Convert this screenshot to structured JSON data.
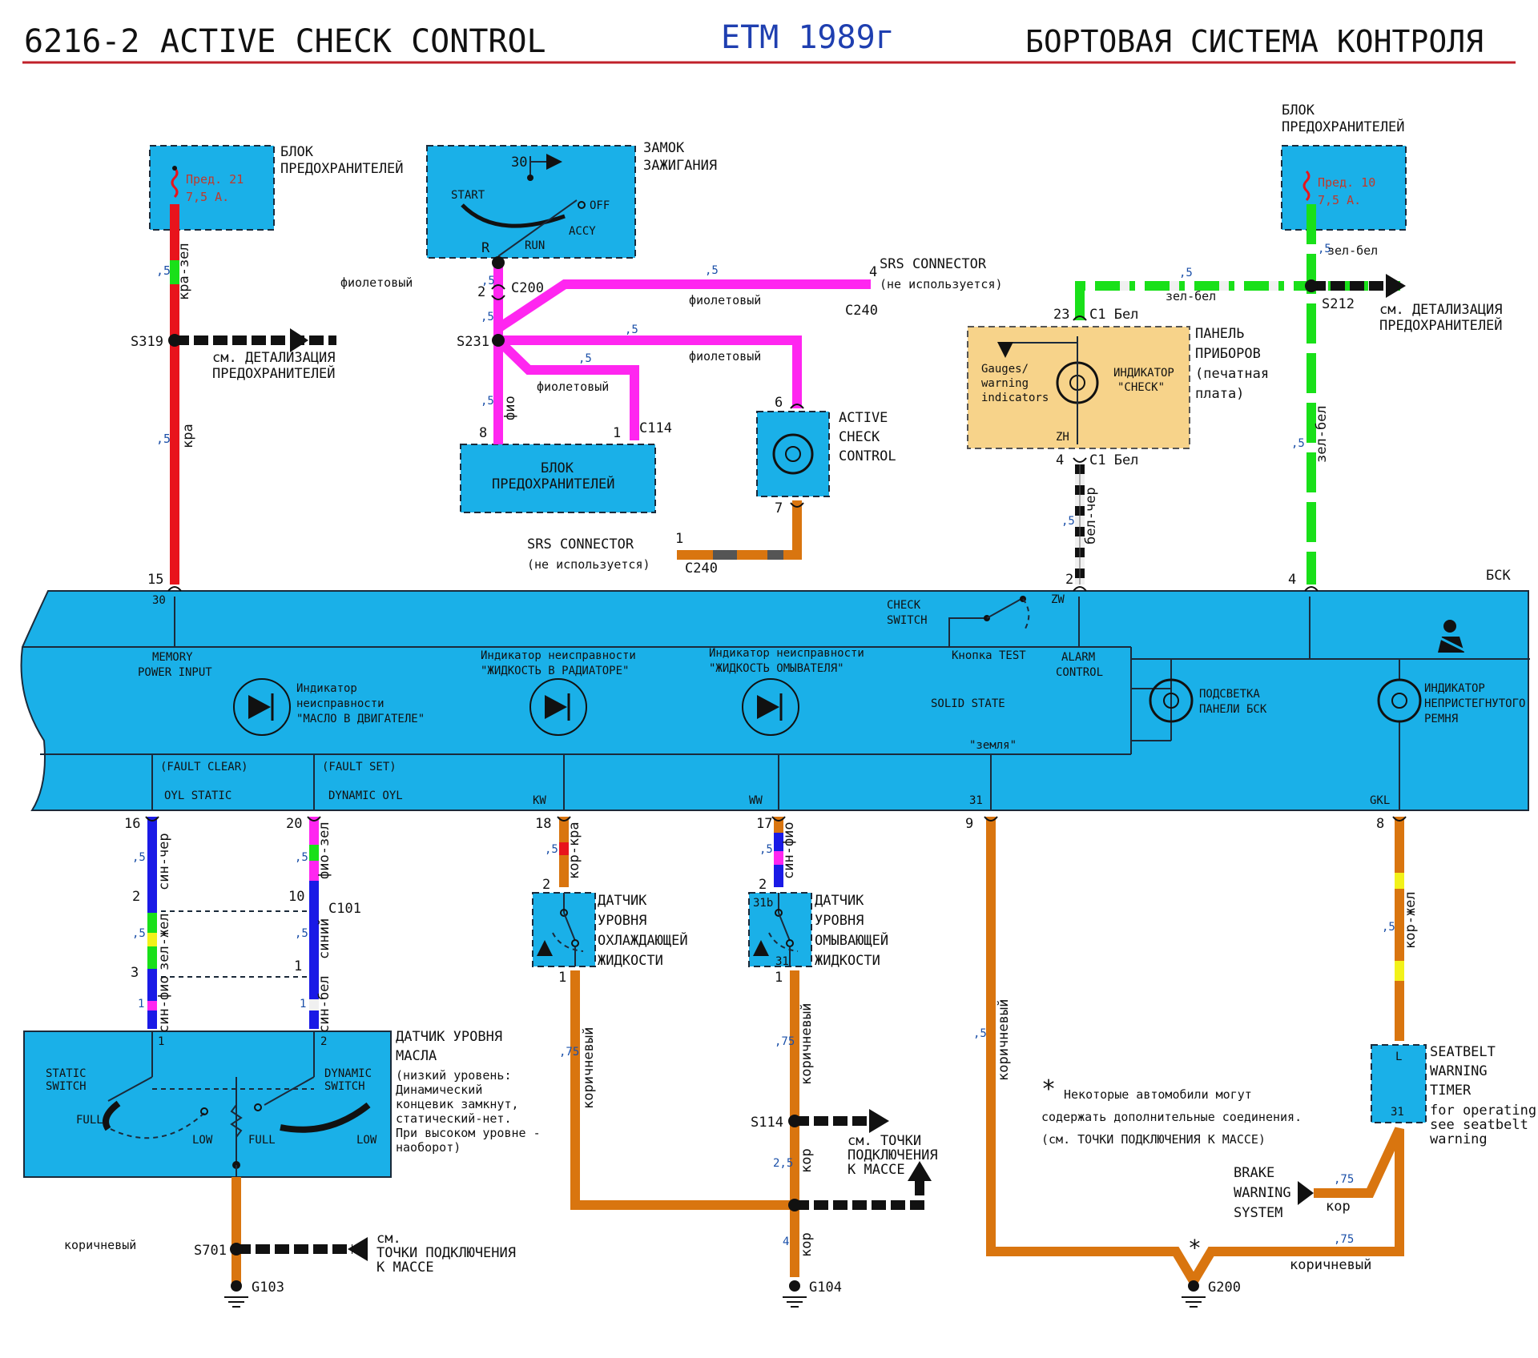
{
  "header": {
    "code": "6216-2",
    "title_en": "ACTIVE CHECK CONTROL",
    "center": "ETM 1989г",
    "title_ru": "БОРТОВАЯ СИСТЕМА КОНТРОЛЯ"
  },
  "fuse_left": {
    "title1": "БЛОК",
    "title2": "ПРЕДОХРАНИТЕЛЕЙ",
    "fuse": "Пред. 21",
    "rating": "7,5 А."
  },
  "ignition": {
    "title1": "ЗАМОК",
    "title2": "ЗАЖИГАНИЯ",
    "t30": "30",
    "start": "START",
    "off": "OFF",
    "accy": "ACCY",
    "run": "RUN",
    "r": "R"
  },
  "fuse_right": {
    "title1": "БЛОК",
    "title2": "ПРЕДОХРАНИТЕЛЕЙ",
    "fuse": "Пред. 10",
    "rating": "7,5 А."
  },
  "fuse_block_mid": {
    "title1": "БЛОК",
    "title2": "ПРЕДОХРАНИТЕЛЕЙ",
    "pin8": "8",
    "pin1": "1",
    "conn": "C114"
  },
  "srs_top": {
    "title": "SRS CONNECTOR",
    "note": "(не используется)",
    "pin": "4",
    "conn": "C240"
  },
  "srs_bottom": {
    "title": "SRS CONNECTOR",
    "note": "(не используется)",
    "pin": "1",
    "conn": "C240"
  },
  "acc_module": {
    "l1": "ACTIVE",
    "l2": "CHECK",
    "l3": "CONTROL",
    "pin6": "6",
    "pin7": "7"
  },
  "panel": {
    "l1": "ПАНЕЛЬ",
    "l2": "ПРИБОРОВ",
    "l3": "(печатная",
    "l4": "плата)",
    "g1": "Gauges/",
    "g2": "warning",
    "g3": "indicators",
    "i1": "ИНДИКАТОР",
    "i2": "\"CHECK\"",
    "zh": "ZH",
    "pin23": "23",
    "conn_top": "C1 Бел",
    "pin4": "4",
    "conn_bot": "C1 Бел"
  },
  "wires": {
    "g5": ",5",
    "g75": ",75",
    "g25": "2,5",
    "g4": "4",
    "g1": "1",
    "kra_zel": "кра-зел",
    "kra": "кра",
    "fiolet": "фиолетовый",
    "fio": "фио",
    "zel_bel": "зел-бел",
    "bel_cher": "бел-чер",
    "sin_cher": "син-чер",
    "fio_zel": "фио-зел",
    "kor_kra": "кор-кра",
    "sin_fio": "син-фио",
    "zel_zhel": "зел-жел",
    "siniy": "синий",
    "sin_bel": "син-бел",
    "korichnevy": "коричневый",
    "kor": "кор",
    "kor_zhel": "кор-жел"
  },
  "splices": {
    "s319": "S319",
    "s231": "S231",
    "s212": "S212",
    "s114": "S114",
    "s701": "S701",
    "c200": "C200",
    "c101": "C101"
  },
  "refs": {
    "fuse_detail1": "см. ДЕТАЛИЗАЦИЯ",
    "fuse_detail2": "ПРЕДОХРАНИТЕЛЕЙ",
    "gnd1": "см.",
    "gnd2": "ТОЧКИ ПОДКЛЮЧЕНИЯ",
    "gnd3": "К МАССЕ",
    "gnd_b1": "см. ТОЧКИ",
    "gnd_b2": "ПОДКЛЮЧЕНИЯ",
    "gnd_b3": "К МАССЕ"
  },
  "bsk": {
    "title": "БСК",
    "pin15": "15",
    "pin30": "30",
    "memory1": "MEMORY",
    "memory2": "POWER INPUT",
    "check_sw1": "CHECK",
    "check_sw2": "SWITCH",
    "btn_test": "Кнопка TEST",
    "pin2": "2",
    "zw": "ZW",
    "alarm1": "ALARM",
    "alarm2": "CONTROL",
    "pin4": "4",
    "oil1": "Индикатор",
    "oil2": "неисправности",
    "oil3": "\"МАСЛО В ДВИГАТЕЛЕ\"",
    "rad1": "Индикатор неисправности",
    "rad2": "\"ЖИДКОСТЬ В РАДИАТОРЕ\"",
    "wash1": "Индикатор неисправности",
    "wash2": "\"ЖИДКОСТЬ ОМЫВАТЕЛЯ\"",
    "solid": "SOLID STATE",
    "zemlya": "\"земля\"",
    "light1": "ПОДСВЕТКА",
    "light2": "ПАНЕЛИ БСК",
    "belt1": "ИНДИКАТОР",
    "belt2": "НЕПРИСТЕГНУТОГО",
    "belt3": "РЕМНЯ",
    "fault_clear": "(FAULT CLEAR)",
    "fault_set": "(FAULT SET)",
    "oyl_static": "OYL STATIC",
    "dynamic_oyl": "DYNAMIC OYL",
    "kw": "KW",
    "ww": "WW",
    "t31": "31",
    "gkl": "GKL",
    "p16": "16",
    "p20": "20",
    "p18": "18",
    "p17": "17",
    "p9": "9",
    "p8": "8"
  },
  "oil_sensor": {
    "t1": "ДАТЧИК УРОВНЯ",
    "t2": "МАСЛА",
    "n1": "(низкий уровень:",
    "n2": "Динамический",
    "n3": "концевик замкнут,",
    "n4": "статический-нет.",
    "n5": "При высоком уровне -",
    "n6": "наоборот)",
    "static1": "STATIC",
    "static2": "SWITCH",
    "dyn1": "DYNAMIC",
    "dyn2": "SWITCH",
    "full": "FULL",
    "low": "LOW",
    "full2": "FULL",
    "low2": "LOW",
    "p1": "1",
    "p2": "2",
    "c2": "2",
    "c3": "3",
    "c10": "10",
    "c1": "1"
  },
  "coolant": {
    "t1": "ДАТЧИК",
    "t2": "УРОВНЯ",
    "t3": "ОХЛАЖДАЮЩЕЙ",
    "t4": "ЖИДКОСТИ",
    "p2": "2",
    "p1": "1"
  },
  "washer": {
    "t1": "ДАТЧИК",
    "t2": "УРОВНЯ",
    "t3": "ОМЫВАЮЩЕЙ",
    "t4": "ЖИДКОСТИ",
    "p2": "2",
    "p1": "1",
    "p31b": "31b",
    "p31": "31"
  },
  "seatbelt": {
    "t1": "SEATBELT",
    "t2": "WARNING",
    "t3": "TIMER",
    "n1": "for operating",
    "n2": "see seatbelt",
    "n3": "warning",
    "l": "L",
    "p31": "31"
  },
  "brake": {
    "l1": "BRAKE",
    "l2": "WARNING",
    "l3": "SYSTEM"
  },
  "grounds": {
    "g103": "G103",
    "g104": "G104",
    "g200": "G200"
  },
  "note": {
    "star": "*",
    "l1": "Некоторые автомобили могут",
    "l2": "содержать дополнительные соединения.",
    "l3": "(см. ТОЧКИ ПОДКЛЮЧЕНИЯ К МАССЕ)"
  },
  "colors": {
    "red": "#e8141c",
    "green": "#19e019",
    "magenta": "#ff26f0",
    "blue": "#1a1ae6",
    "orange": "#d9750f",
    "yellow": "#f2f21a",
    "box": "#1ab0e8",
    "title_red": "#c0202a",
    "title_blue": "#1f3fb0"
  }
}
